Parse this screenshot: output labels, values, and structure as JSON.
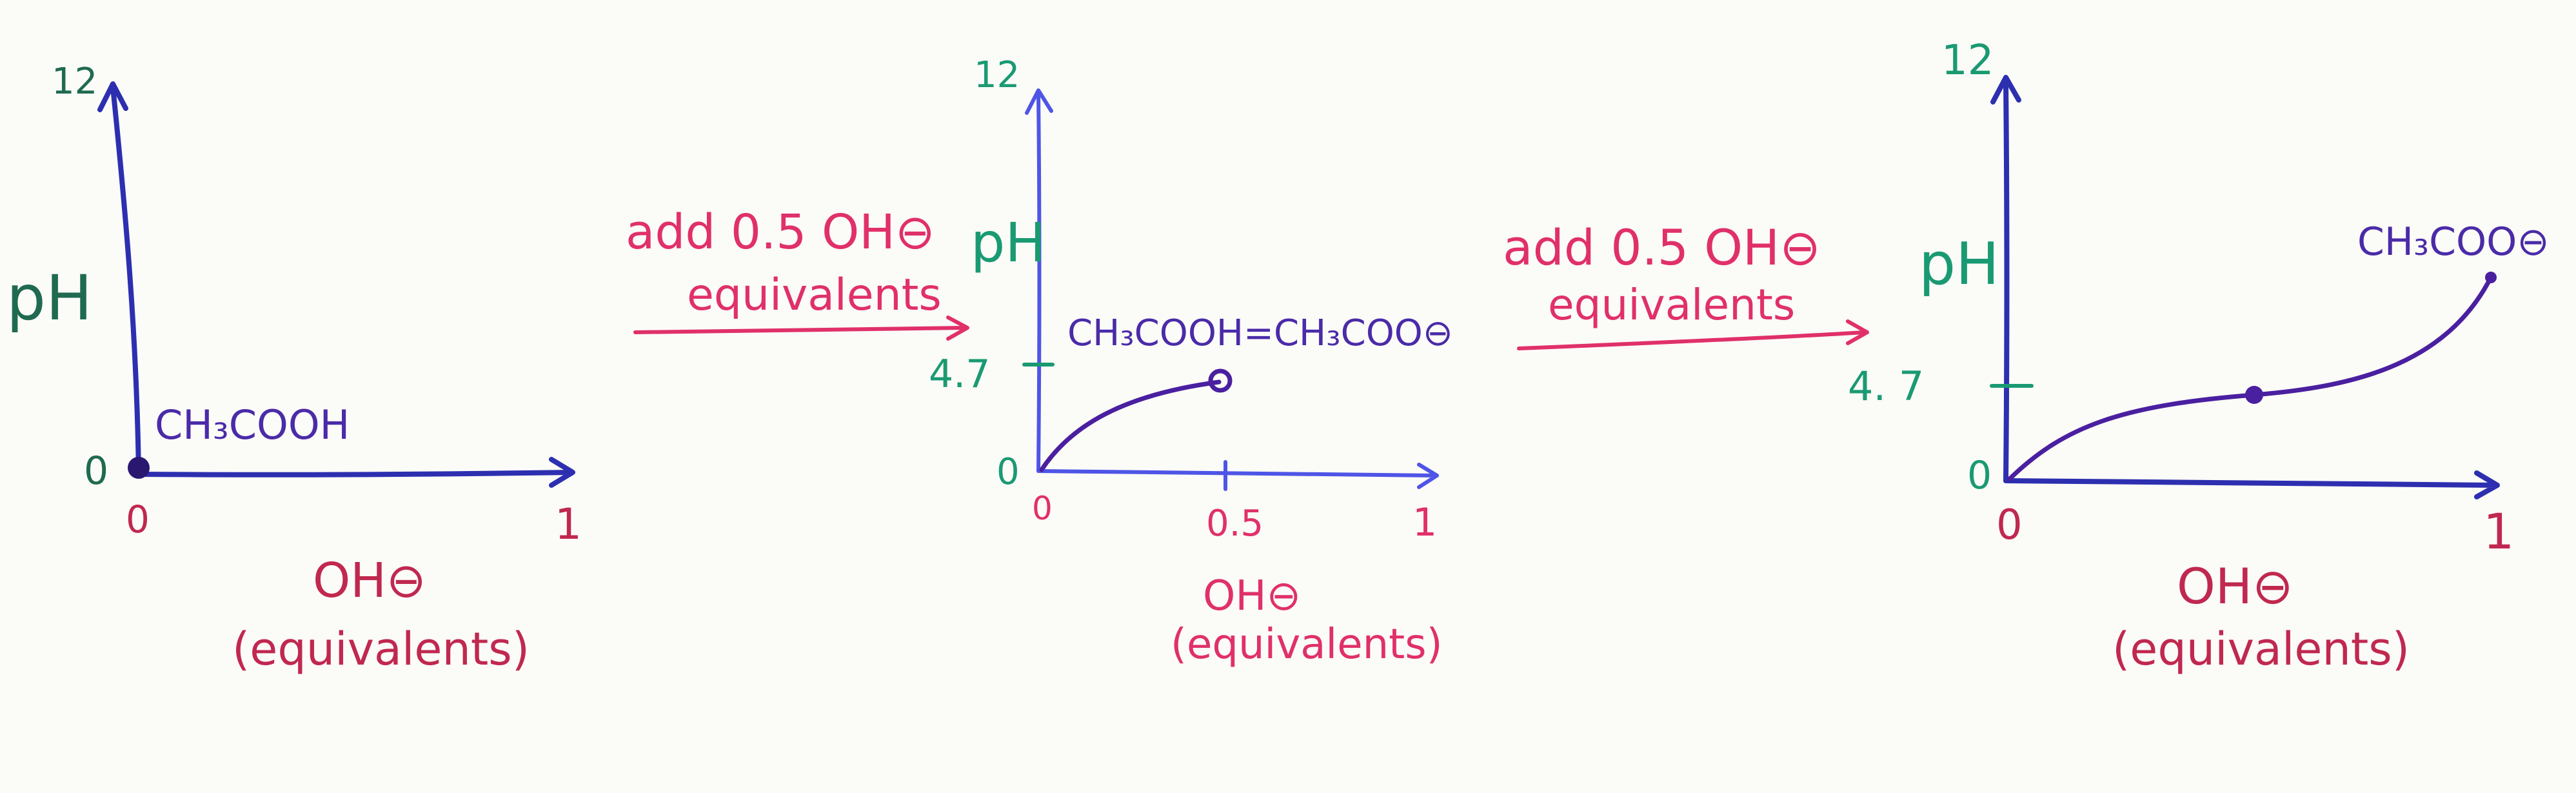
{
  "colors": {
    "axis": "#2d2fb0",
    "curve": "#4a1fa0",
    "green_label": "#1a9a72",
    "red_label": "#c0284f",
    "pink_label": "#e0306a"
  },
  "panel1": {
    "y_top": "12",
    "y_label": "pH",
    "y_zero": "0",
    "x_zero": "0",
    "x_one": "1",
    "species": "CH₃COOH",
    "x_label_1": "OH⊖",
    "x_label_2": "(equivalents)"
  },
  "arrow1": {
    "line1": "add 0.5 OH⊖",
    "line2": "equivalents"
  },
  "panel2": {
    "y_top": "12",
    "y_label": "pH",
    "y_mid": "4.7",
    "y_zero": "0",
    "x_zero": "0",
    "x_mid": "0.5",
    "x_one": "1",
    "species": "CH₃COOH=CH₃COO⊖",
    "x_label_1": "OH⊖",
    "x_label_2": "(equivalents)"
  },
  "arrow2": {
    "line1": "add 0.5 OH⊖",
    "line2": "equivalents"
  },
  "panel3": {
    "y_top": "12",
    "y_label": "pH",
    "y_mid": "4. 7",
    "y_zero": "0",
    "x_zero": "0",
    "x_one": "1",
    "species": "CH₃COO⊖",
    "x_label_1": "OH⊖",
    "x_label_2": "(equivalents)"
  }
}
